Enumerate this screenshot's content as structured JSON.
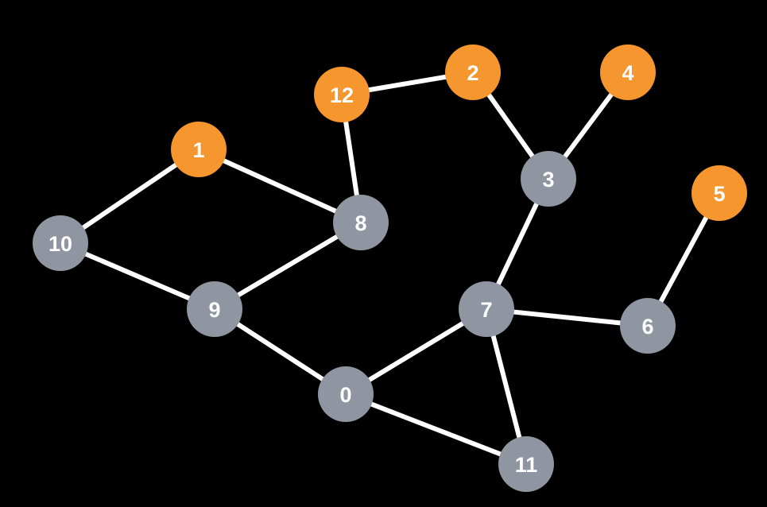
{
  "colors": {
    "background": "#000000",
    "edge": "#ffffff",
    "node_orange": "#f5962e",
    "node_gray": "#8f95a1",
    "label": "#ffffff"
  },
  "nodes": [
    {
      "id": "0",
      "label": "0",
      "group": "gray"
    },
    {
      "id": "1",
      "label": "1",
      "group": "orange"
    },
    {
      "id": "2",
      "label": "2",
      "group": "orange"
    },
    {
      "id": "3",
      "label": "3",
      "group": "gray"
    },
    {
      "id": "4",
      "label": "4",
      "group": "orange"
    },
    {
      "id": "5",
      "label": "5",
      "group": "orange"
    },
    {
      "id": "6",
      "label": "6",
      "group": "gray"
    },
    {
      "id": "7",
      "label": "7",
      "group": "gray"
    },
    {
      "id": "8",
      "label": "8",
      "group": "gray"
    },
    {
      "id": "9",
      "label": "9",
      "group": "gray"
    },
    {
      "id": "10",
      "label": "10",
      "group": "gray"
    },
    {
      "id": "11",
      "label": "11",
      "group": "gray"
    },
    {
      "id": "12",
      "label": "12",
      "group": "orange"
    }
  ],
  "edges": [
    [
      "12",
      "2"
    ],
    [
      "12",
      "8"
    ],
    [
      "2",
      "3"
    ],
    [
      "4",
      "3"
    ],
    [
      "3",
      "7"
    ],
    [
      "1",
      "10"
    ],
    [
      "1",
      "8"
    ],
    [
      "10",
      "9"
    ],
    [
      "8",
      "9"
    ],
    [
      "9",
      "0"
    ],
    [
      "0",
      "7"
    ],
    [
      "0",
      "11"
    ],
    [
      "7",
      "11"
    ],
    [
      "7",
      "6"
    ],
    [
      "5",
      "6"
    ]
  ]
}
